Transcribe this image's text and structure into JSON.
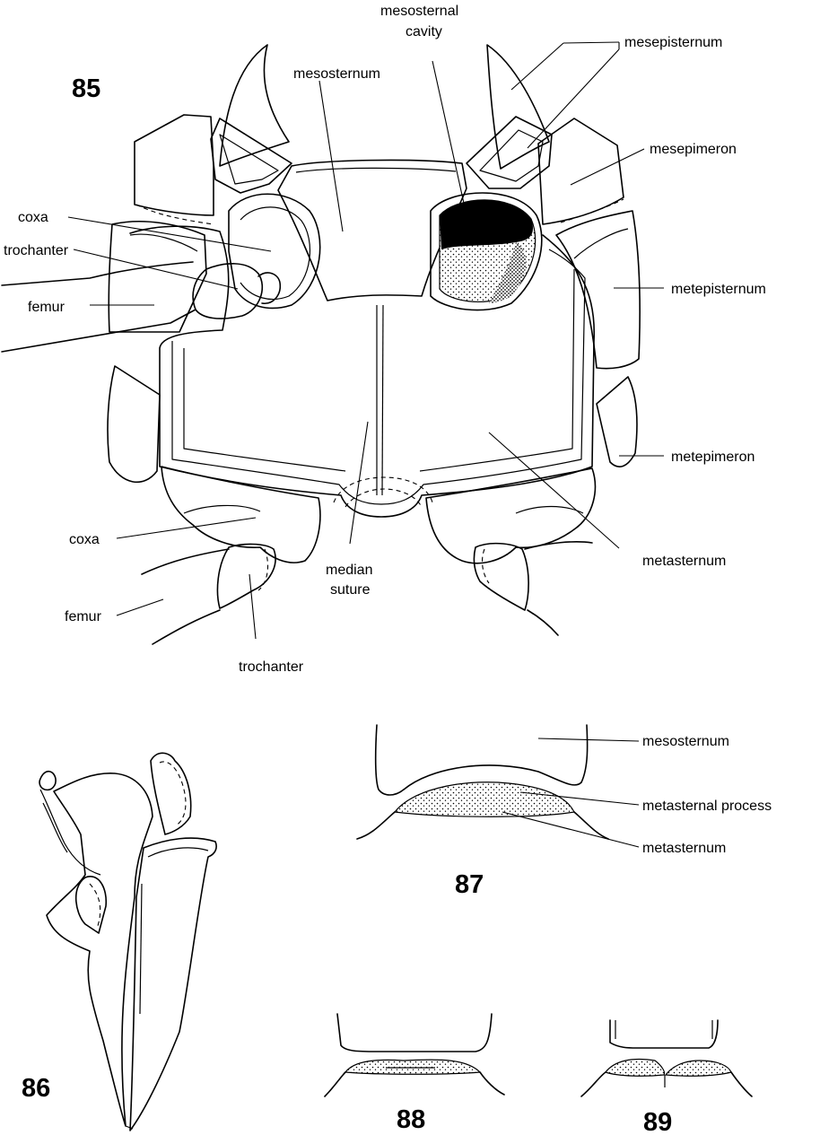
{
  "figures": {
    "fig85": {
      "number": "85",
      "labels": {
        "mesosternal_cavity_l1": "mesosternal",
        "mesosternal_cavity_l2": "cavity",
        "mesepisternum": "mesepisternum",
        "mesosternum": "mesosternum",
        "mesepimeron": "mesepimeron",
        "coxa_upper": "coxa",
        "trochanter_upper": "trochanter",
        "femur_upper": "femur",
        "metepisternum": "metepisternum",
        "metepimeron": "metepimeron",
        "coxa_lower": "coxa",
        "metasternum": "metasternum",
        "median_suture_l1": "median",
        "median_suture_l2": "suture",
        "femur_lower": "femur",
        "trochanter_lower": "trochanter"
      }
    },
    "fig86": {
      "number": "86"
    },
    "fig87": {
      "number": "87",
      "labels": {
        "mesosternum": "mesosternum",
        "metasternal_process": "metasternal process",
        "metasternum": "metasternum"
      }
    },
    "fig88": {
      "number": "88"
    },
    "fig89": {
      "number": "89"
    }
  }
}
